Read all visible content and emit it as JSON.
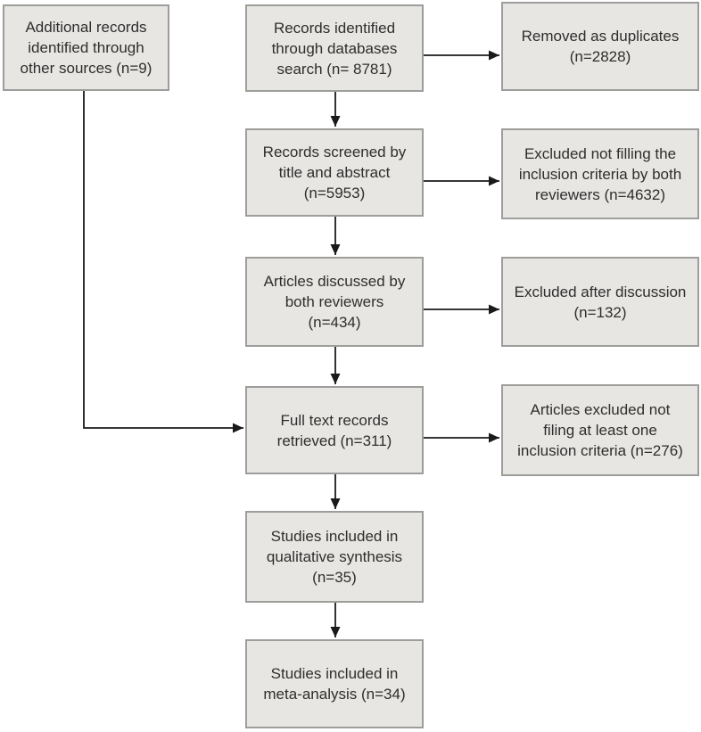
{
  "diagram": {
    "kind": "prisma-flowchart",
    "colors": {
      "box_fill": "#e7e6e3",
      "box_border": "#9d9d9b",
      "text": "#2e2e2e",
      "arrow": "#1a1a1a",
      "background": "#ffffff"
    },
    "boxes": {
      "additional_records": {
        "lines": [
          "Additional records",
          "identified through",
          "other sources (n=9)"
        ],
        "n": 9
      },
      "records_identified": {
        "lines": [
          "Records identified",
          "through databases",
          "search (n= 8781)"
        ],
        "n": 8781
      },
      "removed_duplicates": {
        "lines": [
          "Removed as duplicates",
          "(n=2828)"
        ],
        "n": 2828
      },
      "records_screened": {
        "lines": [
          "Records screened by",
          "title and abstract",
          "(n=5953)"
        ],
        "n": 5953
      },
      "excluded_inclusion_criteria": {
        "lines": [
          "Excluded not filling the",
          "inclusion criteria by both",
          "reviewers (n=4632)"
        ],
        "n": 4632
      },
      "articles_discussed": {
        "lines": [
          "Articles discussed by",
          "both reviewers",
          "(n=434)"
        ],
        "n": 434
      },
      "excluded_after_discussion": {
        "lines": [
          "Excluded after discussion",
          "(n=132)"
        ],
        "n": 132
      },
      "full_text_retrieved": {
        "lines": [
          "Full text records",
          "retrieved (n=311)"
        ],
        "n": 311
      },
      "articles_excluded": {
        "lines": [
          "Articles excluded not",
          "filing at least one",
          "inclusion criteria (n=276)"
        ],
        "n": 276
      },
      "qualitative_synthesis": {
        "lines": [
          "Studies included in",
          "qualitative synthesis",
          "(n=35)"
        ],
        "n": 35
      },
      "meta_analysis": {
        "lines": [
          "Studies included in",
          "meta-analysis (n=34)"
        ],
        "n": 34
      }
    },
    "edges": [
      {
        "from": "records_identified",
        "to": "removed_duplicates"
      },
      {
        "from": "records_identified",
        "to": "records_screened"
      },
      {
        "from": "records_screened",
        "to": "excluded_inclusion_criteria"
      },
      {
        "from": "records_screened",
        "to": "articles_discussed"
      },
      {
        "from": "articles_discussed",
        "to": "excluded_after_discussion"
      },
      {
        "from": "articles_discussed",
        "to": "full_text_retrieved"
      },
      {
        "from": "additional_records",
        "to": "full_text_retrieved"
      },
      {
        "from": "full_text_retrieved",
        "to": "articles_excluded"
      },
      {
        "from": "full_text_retrieved",
        "to": "qualitative_synthesis"
      },
      {
        "from": "qualitative_synthesis",
        "to": "meta_analysis"
      }
    ]
  }
}
